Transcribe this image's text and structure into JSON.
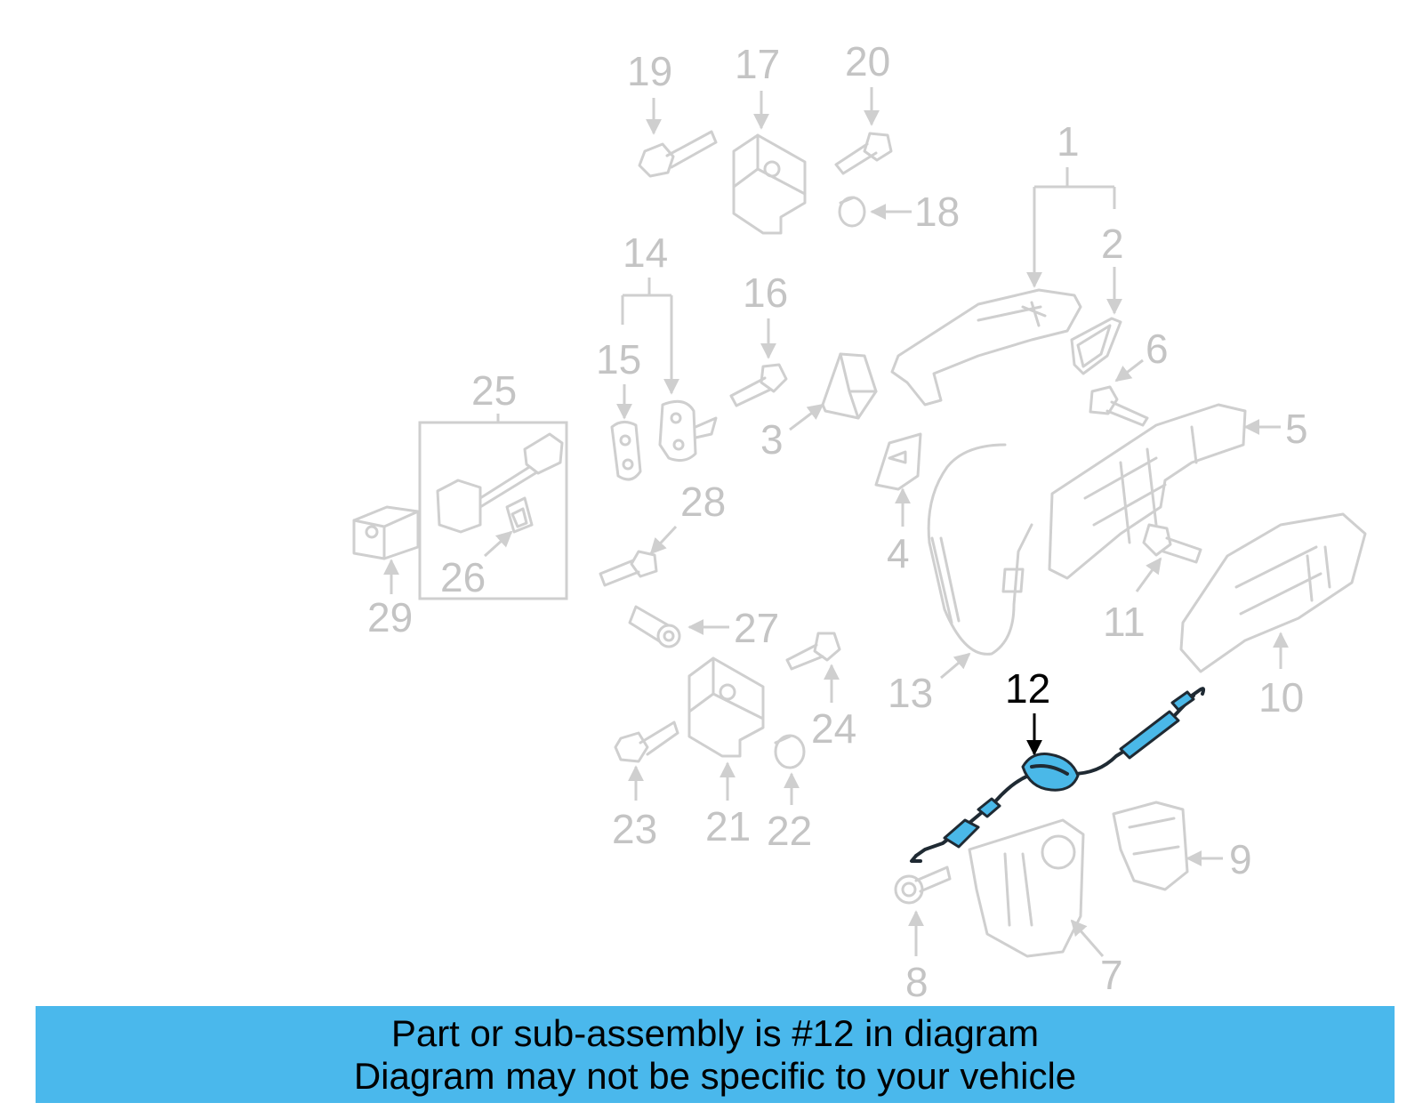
{
  "diagram": {
    "highlighted_part": "12",
    "highlight_color": "#4ab8e8",
    "labels": [
      "1",
      "2",
      "3",
      "4",
      "5",
      "6",
      "7",
      "8",
      "9",
      "10",
      "11",
      "12",
      "13",
      "14",
      "15",
      "16",
      "17",
      "18",
      "19",
      "20",
      "21",
      "22",
      "23",
      "24",
      "25",
      "26",
      "27",
      "28",
      "29"
    ]
  },
  "banner": {
    "background": "#4ab8ec",
    "line1": "Part or sub-assembly is #12 in diagram",
    "line2": "Diagram may not be specific to your vehicle"
  }
}
